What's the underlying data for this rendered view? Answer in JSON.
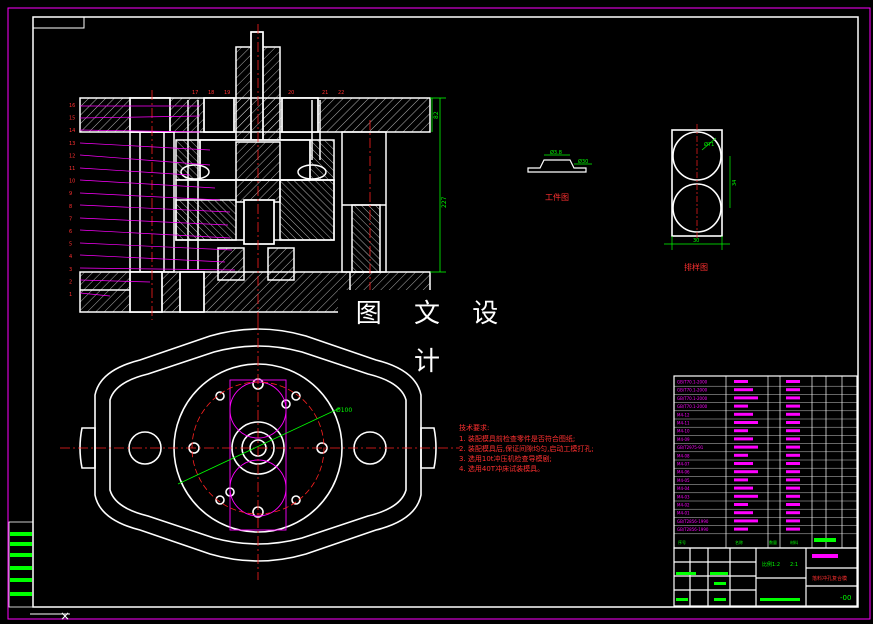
{
  "drawing": {
    "watermark": "图 文 设 计",
    "workpiece_label": "工件图",
    "layout_label": "排样图",
    "dims": {
      "workpiece_top": "Ø3.8",
      "workpiece_right": "Ø30",
      "layout_side": "34",
      "layout_circle": "Ø71",
      "layout_bottom": "30",
      "plan_diameter": "Ø100",
      "section_right": "82",
      "section_height": "227"
    },
    "part_numbers_left": [
      "16",
      "15",
      "14",
      "13",
      "12",
      "11",
      "10",
      "9",
      "8",
      "7",
      "6",
      "5",
      "4",
      "3",
      "2",
      "1"
    ],
    "part_numbers_top": [
      "17",
      "18",
      "19",
      "20",
      "21",
      "22"
    ]
  },
  "tech_requirements": {
    "title": "技术要求:",
    "items": [
      "1. 装配模具前检查零件是否符合图纸;",
      "2. 装配模具后,保证间隙均匀,启动工模打孔;",
      "3. 选用10t冲压机检查导模剧;",
      "4. 选用40T冲床试装模具。"
    ]
  },
  "bom": {
    "rows": [
      "GB/T70.1-2000",
      "GB/T70.1-2000",
      "GB/T70.1-2000",
      "GB/T70.1-2000",
      "M4-12",
      "M4-11",
      "M4-10",
      "M4-09",
      "GB/T2975-91",
      "M4-08",
      "M4-07",
      "M4-06",
      "M4-05",
      "M4-04",
      "M4-03",
      "M4-02",
      "M4-01",
      "GB/T2856-1990",
      "GB/T2856-1990"
    ],
    "header_left": "序号",
    "header_mid": "名称",
    "header_qty": "数量",
    "header_mat": "材料"
  },
  "title_block": {
    "scale": "比例1:2",
    "drawing_name": "落料冲孔复合模",
    "drawing_no": "-00",
    "small_label": "2:1"
  },
  "colors": {
    "frame": "#ff00ff",
    "line": "#ffffff",
    "dim": "#00ff00",
    "center": "#ff2020",
    "text_red": "#ff3030",
    "bar": "#ff00ff"
  }
}
